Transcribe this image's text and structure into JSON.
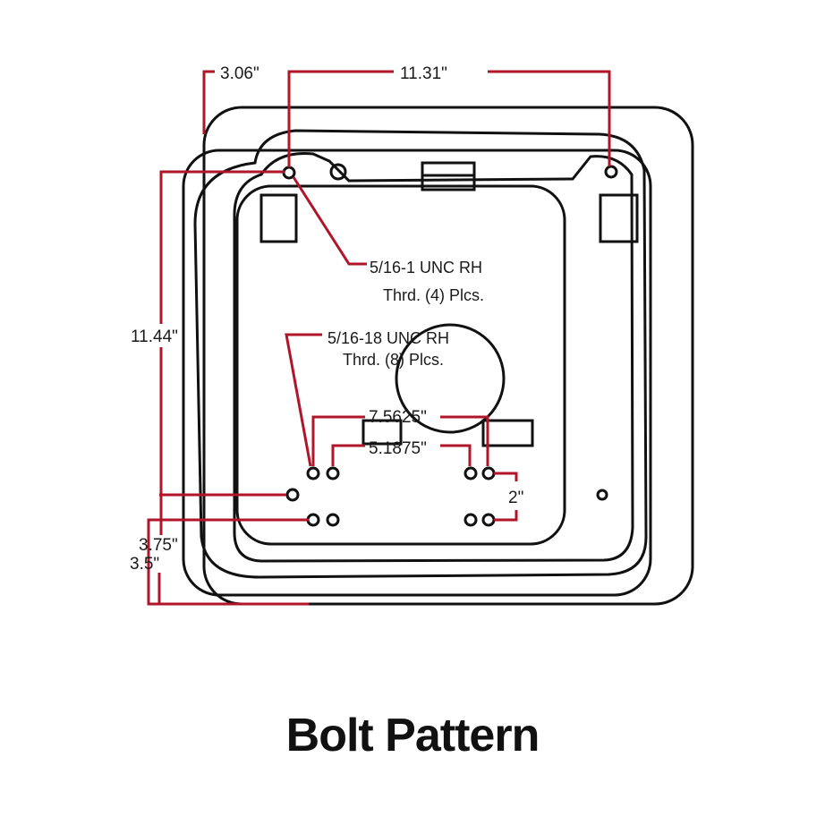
{
  "colors": {
    "outline": "#111111",
    "dimension": "#b0152a"
  },
  "dimensions": {
    "top_left": "3.06\"",
    "top_span": "11.31\"",
    "left_height": "11.44\"",
    "bottom_left_a": "3.75\"",
    "bottom_left_b": "3.5\"",
    "inner_wide": "7.5625\"",
    "inner_narrow": "5.1875\"",
    "inner_vertical": "2\""
  },
  "notes": {
    "outer_holes_line1": "5/16-1 UNC RH",
    "outer_holes_line2": "Thrd. (4) Plcs.",
    "inner_holes_line1": "5/16-18 UNC RH",
    "inner_holes_line2": "Thrd. (8) Plcs."
  },
  "caption": "Bolt Pattern"
}
